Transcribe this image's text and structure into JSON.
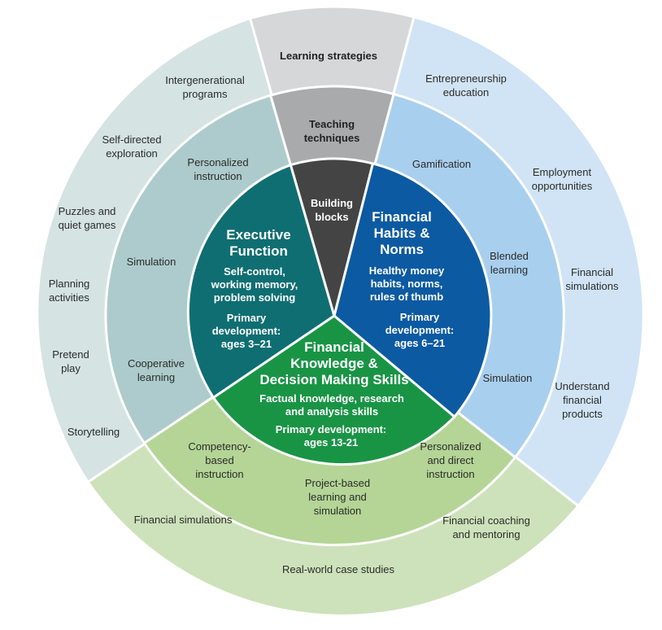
{
  "colors": {
    "outer_left": "#d5e3e3",
    "outer_right": "#d0e4f5",
    "outer_bottom": "#cde2ba",
    "outer_top": "#d6d7d8",
    "mid_left": "#adcbcc",
    "mid_right": "#a9cfee",
    "mid_bottom": "#b4d596",
    "mid_top": "#a9aaac",
    "core_exec": "#0f6e72",
    "core_fin": "#0c5aa2",
    "core_know": "#199445",
    "core_blocks": "#444445"
  },
  "outer_ring": {
    "top_label": "Learning strategies",
    "left_items": [
      "Intergenerational programs",
      "Self-directed exploration",
      "Puzzles and quiet games",
      "Planning activities",
      "Pretend play",
      "Storytelling"
    ],
    "right_items": [
      "Entrepreneurship education",
      "Employment opportunities",
      "Financial simulations",
      "Understand financial products"
    ],
    "bottom_items": [
      "Financial simulations",
      "Real-world case studies",
      "Financial coaching and mentoring"
    ]
  },
  "middle_ring": {
    "top_label": "Teaching techniques",
    "left_items": [
      "Personalized instruction",
      "Simulation",
      "Cooperative learning"
    ],
    "right_items": [
      "Gamification",
      "Blended learning",
      "Simulation"
    ],
    "bottom_items": [
      "Competency-based instruction",
      "Project-based learning and simulation",
      "Personalized and direct instruction"
    ]
  },
  "core": {
    "blocks_label": "Building blocks",
    "executive": {
      "title": "Executive Function",
      "body": "Self-control, working memory, problem solving",
      "dev": "Primary development: ages 3–21"
    },
    "financial_habits": {
      "title": "Financial Habits & Norms",
      "body": "Healthy money habits, norms, rules of thumb",
      "dev": "Primary development: ages 6–21"
    },
    "knowledge": {
      "title": "Financial Knowledge & Decision Making Skills",
      "body": "Factual knowledge, research and analysis skills",
      "dev": "Primary development: ages 13-21"
    }
  }
}
